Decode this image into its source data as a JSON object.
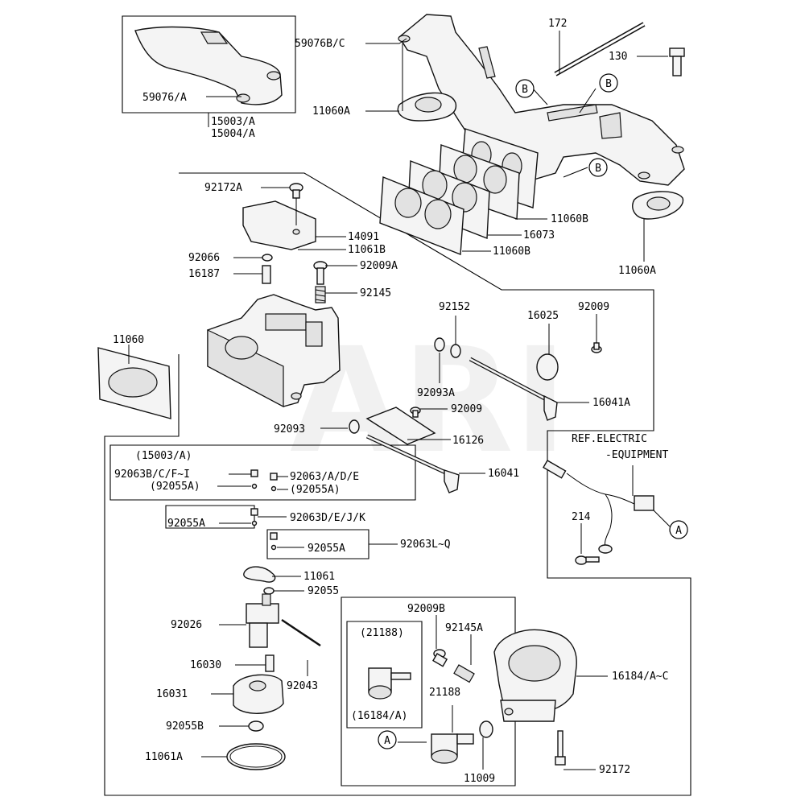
{
  "watermark": "ARI",
  "callouts": {
    "c59076bc": "59076B/C",
    "c172": "172",
    "c130": "130",
    "c11060a_top": "11060A",
    "c59076a": "59076/A",
    "c15003a": "15003/A",
    "c15004a": "15004/A",
    "c92172a": "92172A",
    "c14091": "14091",
    "c11061b": "11061B",
    "c92066": "92066",
    "c92009a": "92009A",
    "c16187": "16187",
    "c92145": "92145",
    "c11060b_1": "11060B",
    "c16073": "16073",
    "c11060b_2": "11060B",
    "c11060a_right": "11060A",
    "c11060": "11060",
    "c92152": "92152",
    "c16025": "16025",
    "c92009_top": "92009",
    "c92093a": "92093A",
    "c16041a": "16041A",
    "c92009_mid": "92009",
    "c92093": "92093",
    "c16126": "16126",
    "c16041": "16041",
    "c15003a_paren": "(15003/A)",
    "c92063bcfi": "92063B/C/F~I",
    "c92063adE": "92063/A/D/E",
    "c92055a_p1": "(92055A)",
    "c92055a_p2": "(92055A)",
    "c92055a_1": "92055A",
    "c92063dejk": "92063D/E/J/K",
    "c92063lq": "92063L~Q",
    "c92055a_2": "92055A",
    "c11061": "11061",
    "c92055": "92055",
    "c92026": "92026",
    "c16030": "16030",
    "c92043": "92043",
    "c16031": "16031",
    "c92055b": "92055B",
    "c11061a": "11061A",
    "c92009b": "92009B",
    "c92145a": "92145A",
    "c21188_paren": "(21188)",
    "c21188": "21188",
    "c16184a_paren": "(16184/A)",
    "c16184ac": "16184/A~C",
    "c11009": "11009",
    "c92172": "92172",
    "c214": "214",
    "ref_line1": "REF.ELECTRIC",
    "ref_line2": "-EQUIPMENT"
  },
  "markers": {
    "b1": "B",
    "b2": "B",
    "b3": "B",
    "a_electric": "A",
    "a_solenoid": "A"
  }
}
